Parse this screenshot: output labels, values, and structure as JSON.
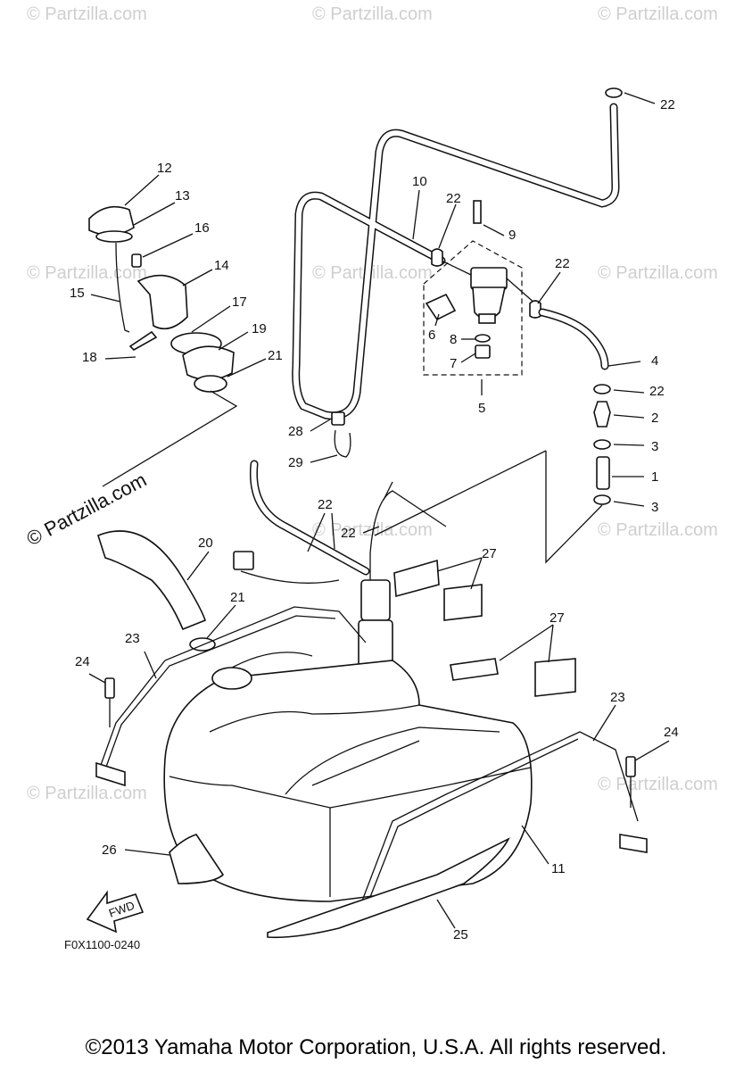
{
  "watermark": "© Partzilla.com",
  "diagram_code": "F0X1100-0240",
  "fwd_label": "FWD",
  "copyright": "©2013 Yamaha Motor Corporation, U.S.A. All rights reserved.",
  "callouts": {
    "c1": "1",
    "c2": "2",
    "c3a": "3",
    "c3b": "3",
    "c4": "4",
    "c5": "5",
    "c6": "6",
    "c7": "7",
    "c8": "8",
    "c9": "9",
    "c10": "10",
    "c11": "11",
    "c12": "12",
    "c13": "13",
    "c14": "14",
    "c15": "15",
    "c16": "16",
    "c17": "17",
    "c18": "18",
    "c19": "19",
    "c20": "20",
    "c21a": "21",
    "c21b": "21",
    "c22a": "22",
    "c22b": "22",
    "c22c": "22",
    "c22d": "22",
    "c22e": "22",
    "c22f": "22",
    "c23a": "23",
    "c23b": "23",
    "c24a": "24",
    "c24b": "24",
    "c25": "25",
    "c26": "26",
    "c27a": "27",
    "c27b": "27",
    "c28": "28",
    "c29": "29"
  }
}
